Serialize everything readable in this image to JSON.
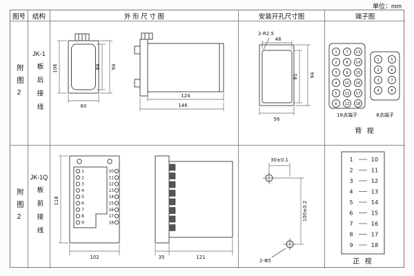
{
  "unit_label": "单位：mm",
  "header": {
    "fig": "图号",
    "structure": "结构",
    "outline": "外 形 尺 寸 图",
    "mounting": "安装开孔尺寸图",
    "terminal": "端子图"
  },
  "row1": {
    "fig": "附图2",
    "model": "JK-1",
    "wiring": "板后接线",
    "outline": {
      "total_height": "106",
      "inner_height": "84",
      "outer_height": "94",
      "width": "60",
      "body_depth": "124",
      "total_depth": "146"
    },
    "mounting": {
      "corner_note": "2-R2.5",
      "top_width": "48",
      "inner_height": "81",
      "outer_height": "94",
      "bottom_width": "56"
    },
    "terminal": {
      "grid18_label": "18点端子",
      "grid8_label": "8点端子",
      "view_label": "背 视",
      "grid18_points": [
        "1",
        "2",
        "3",
        "4",
        "5",
        "6",
        "7",
        "8",
        "9",
        "10",
        "11",
        "12",
        "13",
        "14",
        "15",
        "16",
        "17",
        "18"
      ],
      "grid8_points": [
        "1",
        "2",
        "3",
        "4",
        "5",
        "6",
        "7",
        "8"
      ]
    }
  },
  "row2": {
    "fig": "附图2",
    "model": "JK-1Q",
    "wiring": "板前接线",
    "outline": {
      "height": "118",
      "width": "102",
      "flange_depth": "35",
      "body_depth": "121",
      "left_terminals": [
        "1",
        "2",
        "3",
        "4",
        "5",
        "6",
        "7",
        "8",
        "9"
      ],
      "right_terminals": [
        "10",
        "11",
        "12",
        "13",
        "14",
        "15",
        "16",
        "17",
        "18"
      ]
    },
    "mounting": {
      "hole_spacing_h": "30±0.1",
      "hole_spacing_v": "100±0.2",
      "hole_note": "2-Φ5"
    },
    "terminal": {
      "view_label": "正 视",
      "left": [
        "1",
        "2",
        "3",
        "4",
        "5",
        "6",
        "7",
        "8",
        "9"
      ],
      "right": [
        "10",
        "11",
        "12",
        "13",
        "14",
        "15",
        "16",
        "17",
        "18"
      ]
    }
  }
}
